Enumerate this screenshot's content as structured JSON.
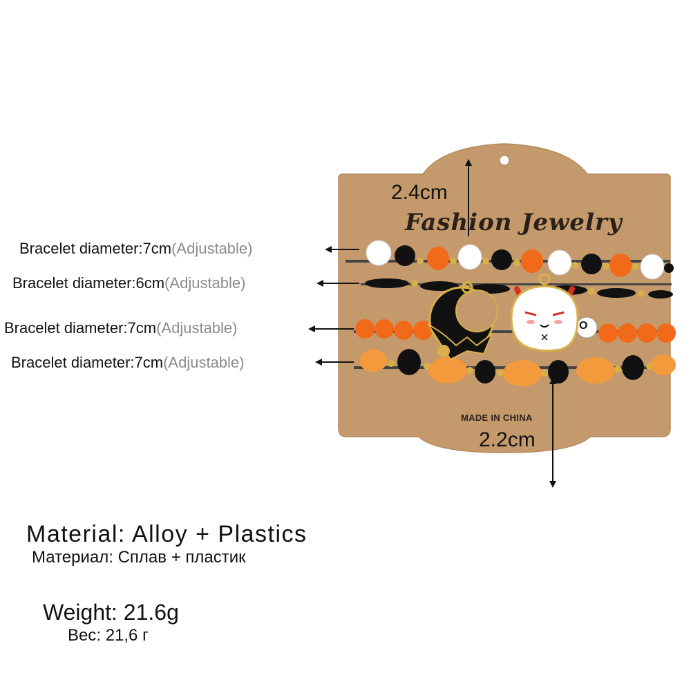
{
  "card": {
    "title": "Fashion Jewelry",
    "made_in": "MADE IN CHINA",
    "color": "#c49a6c"
  },
  "dimensions": {
    "card_top": "2.4cm",
    "pendant": "2.2cm"
  },
  "bracelets": [
    {
      "prefix": "Bracelet diameter:7cm",
      "suffix": "(Adjustable)"
    },
    {
      "prefix": "Bracelet diameter:6cm",
      "suffix": "(Adjustable)"
    },
    {
      "prefix": "Bracelet diameter:7cm",
      "suffix": "(Adjustable)"
    },
    {
      "prefix": "Bracelet diameter:7cm",
      "suffix": "(Adjustable)"
    }
  ],
  "bead_letters": [
    "O"
  ],
  "specs": {
    "material_en": "Material: Alloy + Plastics",
    "material_ru": "Материал: Сплав + пластик",
    "weight_en": "Weight: 21.6g",
    "weight_ru": "Вес: 21,6 г"
  },
  "colors": {
    "orange": "#f06a1a",
    "black": "#111111",
    "white": "#ffffff",
    "gold": "#d8b04a",
    "pale_orange": "#f39a3d"
  }
}
